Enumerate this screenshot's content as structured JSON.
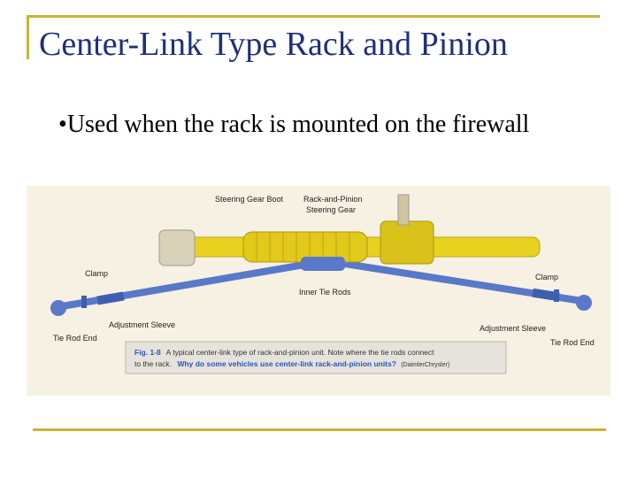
{
  "slide": {
    "title": "Center-Link Type Rack and Pinion",
    "bullet": "Used when the rack is mounted on the firewall"
  },
  "figure": {
    "labels": {
      "steering_gear_boot": "Steering Gear Boot",
      "rack_and_pinion_1": "Rack-and-Pinion",
      "rack_and_pinion_2": "Steering Gear",
      "clamp_left": "Clamp",
      "clamp_right": "Clamp",
      "inner_tie_rods": "Inner Tie Rods",
      "adjustment_sleeve_left": "Adjustment Sleeve",
      "adjustment_sleeve_right": "Adjustment Sleeve",
      "tie_rod_end_left": "Tie Rod End",
      "tie_rod_end_right": "Tie Rod End"
    },
    "caption": {
      "fig_number": "Fig. 1-8",
      "line1": "A typical center-link type of rack-and-pinion unit. Note where the tie rods connect",
      "line2_prefix": "to the rack.",
      "question": "Why do some vehicles use center-link rack-and-pinion units?",
      "credit": "(DaimlerChrysler)"
    },
    "colors": {
      "rack": "#e8d21f",
      "rods": "#5a78c8",
      "caption_blue": "#2a55b8",
      "frame": "#c9b23a",
      "title": "#1f2f7a"
    }
  }
}
